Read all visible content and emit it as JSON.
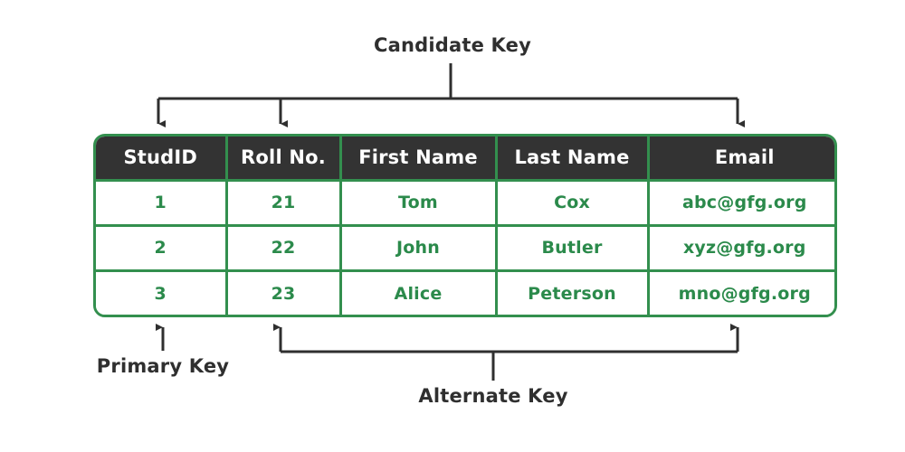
{
  "diagram": {
    "title_shown": false,
    "colors": {
      "table_border": "#338f4e",
      "header_background": "#333333",
      "header_text": "#ffffff",
      "cell_text": "#2b8a4b",
      "annotation": "#2f2f2f",
      "page_background": "#ffffff"
    }
  },
  "annotations": {
    "candidate_key": {
      "label": "Candidate Key",
      "points_to": [
        "StudID",
        "Roll No.",
        "Email"
      ],
      "direction": "down"
    },
    "primary_key": {
      "label": "Primary Key",
      "points_to": [
        "StudID"
      ],
      "direction": "up"
    },
    "alternate_key": {
      "label": "Alternate Key",
      "points_to": [
        "Roll No.",
        "Email"
      ],
      "direction": "up"
    }
  },
  "table": {
    "columns": [
      "StudID",
      "Roll No.",
      "First Name",
      "Last Name",
      "Email"
    ],
    "rows": [
      [
        "1",
        "21",
        "Tom",
        "Cox",
        "abc@gfg.org"
      ],
      [
        "2",
        "22",
        "John",
        "Butler",
        "xyz@gfg.org"
      ],
      [
        "3",
        "23",
        "Alice",
        "Peterson",
        "mno@gfg.org"
      ]
    ]
  }
}
